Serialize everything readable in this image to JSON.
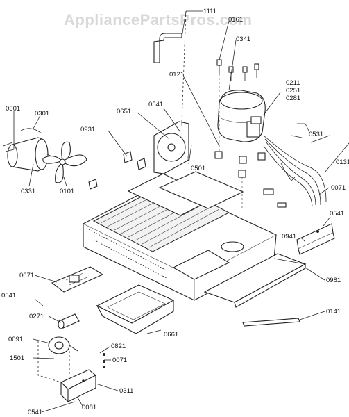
{
  "watermark": "AppliancePartsPros.com",
  "part_labels": {
    "p1111": "1111",
    "p0161": "0161",
    "p0341": "0341",
    "p0121": "0121",
    "p0211": "0211",
    "p0251": "0251",
    "p0281": "0281",
    "p0501a": "0501",
    "p0301": "0301",
    "p0651": "0651",
    "p0541a": "0541",
    "p0931": "0931",
    "p0531": "0531",
    "p0131": "0131",
    "p0501b": "0501",
    "p0071a": "0071",
    "p0331": "0331",
    "p0101": "0101",
    "p0941": "0941",
    "p0541b": "0541",
    "p0671": "0671",
    "p0981": "0981",
    "p0541c": "0541",
    "p0141": "0141",
    "p0271": "0271",
    "p0661": "0661",
    "p0091": "0091",
    "p0821": "0821",
    "p1501": "1501",
    "p0071b": "0071",
    "p0311": "0311",
    "p0541d": "0541",
    "p0081": "0081"
  }
}
